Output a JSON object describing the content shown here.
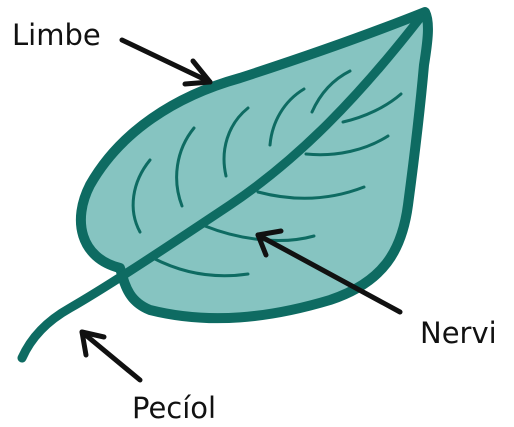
{
  "diagram": {
    "labels": {
      "limbe": "Limbe",
      "nervi": "Nervi",
      "peciol": "Pecíol"
    },
    "colors": {
      "leaf_fill": "#86c4c1",
      "leaf_outline": "#0e6b62",
      "text": "#111111",
      "arrow": "#111111"
    }
  }
}
